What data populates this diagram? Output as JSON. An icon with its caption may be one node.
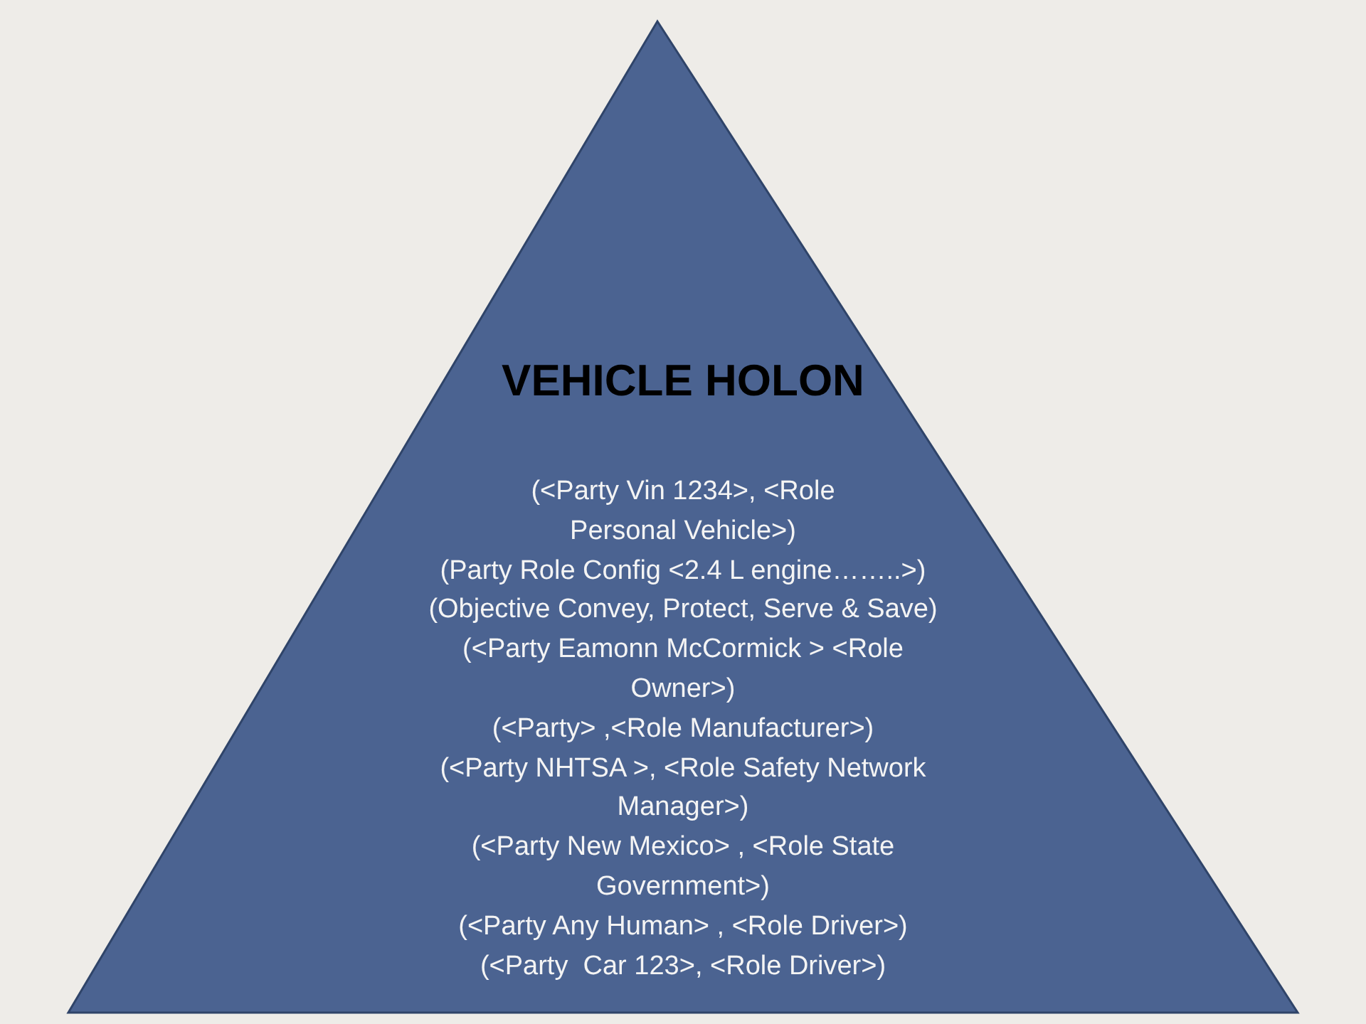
{
  "diagram": {
    "nodes": [
      {
        "text": [
          "VEHICLE HOLON",
          "(<Party Vin 1234>, <Role Personal Vehicle>)",
          "(Party Role Config <2.4 L engine……..>)",
          "(Objective Convey, Protect, Serve & Save)",
          "(<Party Eamonn McCormick > <Role Owner>)",
          "(<Party> ,<Role Manufacturer>)",
          "(<Party NHTSA >, <Role Safety Network Manager>)",
          "(<Party New Mexico> , <Role State Government>)",
          "(<Party Any Human> , <Role Driver>)",
          "(<Party  Car 123>, <Role Driver>)"
        ]
      }
    ]
  }
}
